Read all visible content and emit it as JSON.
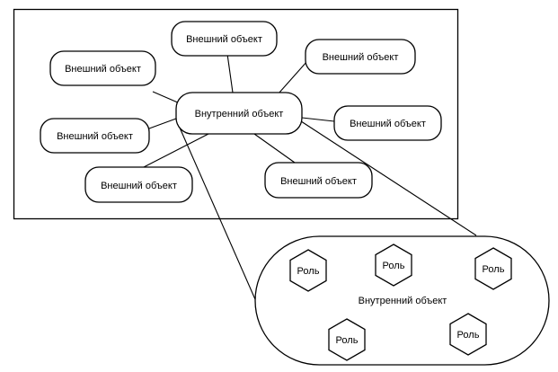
{
  "context": {
    "external_objects": [
      {
        "label": "Внешний объект"
      },
      {
        "label": "Внешний объект"
      },
      {
        "label": "Внешний объект"
      },
      {
        "label": "Внешний объект"
      },
      {
        "label": "Внешний объект"
      },
      {
        "label": "Внешний объект"
      },
      {
        "label": "Внешний объект"
      }
    ],
    "internal_object": {
      "label": "Внутренний объект"
    }
  },
  "detail": {
    "internal_object": {
      "label": "Внутренний объект"
    },
    "roles": [
      {
        "label": "Роль"
      },
      {
        "label": "Роль"
      },
      {
        "label": "Роль"
      },
      {
        "label": "Роль"
      },
      {
        "label": "Роль"
      }
    ]
  }
}
